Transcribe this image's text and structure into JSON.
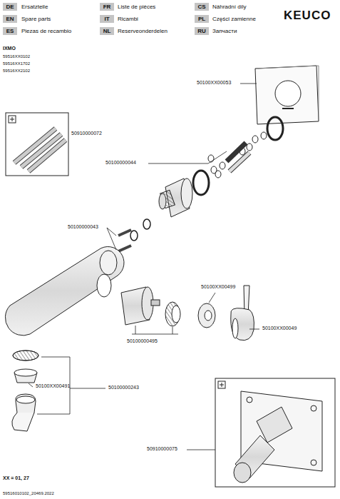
{
  "diagram": {
    "labels": [
      "DE",
      "Ersatzteile",
      "FR",
      "Liste de pièces",
      "CS",
      "Náhradní díly",
      "EN",
      "Spare parts",
      "IT",
      "Ricambi",
      "PL",
      "Części zamienne",
      "ES",
      "Piezas de recambio",
      "NL",
      "Reserveonderdelen",
      "RU",
      "Запчасти",
      "KEUCO",
      "IXMO",
      "59516XX0102",
      "59516XX1702",
      "59516XX2102",
      "50100XX00053",
      "50910000072",
      "50100000044",
      "50100000043",
      "50100XX00499",
      "50100XX00049",
      "50100000495",
      "50100XX00491",
      "50100000243",
      "50910000075",
      "XX = 01, 27",
      "59516010102_20469.2022"
    ]
  }
}
